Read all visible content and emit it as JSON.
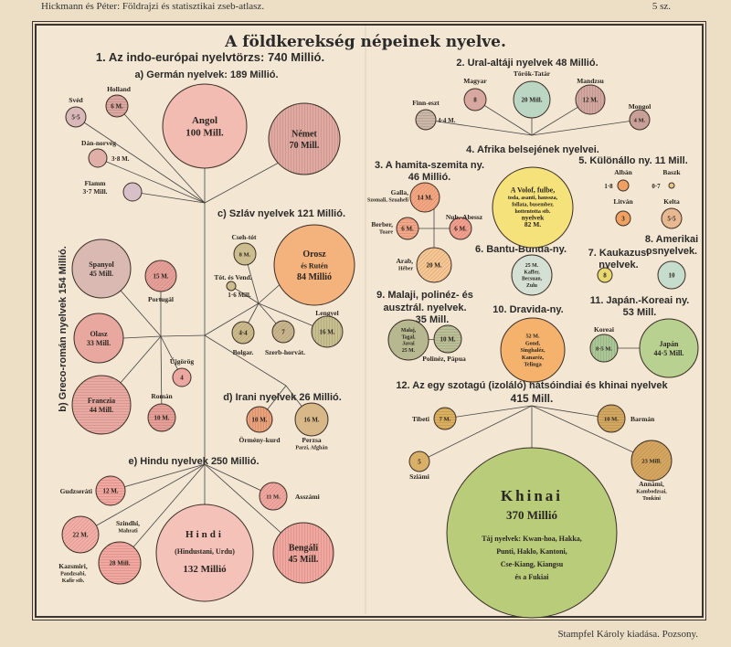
{
  "header": {
    "left": "Hickmann és Péter: Földrajzi és statisztikai zseb-atlasz.",
    "right": "5 sz."
  },
  "footer": "Stampfel Károly kiadása. Pozsony.",
  "headings": {
    "title": "A földkerekség népeinek nyelve.",
    "h1": "1. Az indo-európai nyelvtörzs: 740 Millió.",
    "h1a": "a) Germán nyelvek: 189 Millió.",
    "h1b": "b) Greco-román nyelvek 154 Millió.",
    "h1c": "c) Szláv nyelvek 121 Millió.",
    "h1d": "d) Irani nyelvek 26 Millió.",
    "h1e": "e) Hindu nyelvek 250 Millió.",
    "h2": "2. Ural-altáji nyelvek 48 Millió.",
    "h3a": "3. A hamita-szemita ny.",
    "h3b": "46 Millió.",
    "h4": "4. Afrika belsejének nyelvei.",
    "h5": "5. Különállo ny. 11 Mill.",
    "h6": "6. Bantu-Bunda-ny.",
    "h7a": "7. Kaukazusi",
    "h7b": "nyelvek.",
    "h8a": "8. Amerikai",
    "h8b": "osnyelvek.",
    "h9a": "9. Malaji, polinéz- és",
    "h9b": "ausztrál. nyelvek.",
    "h9c": "35 Mill.",
    "h10": "10. Dravida-ny.",
    "h11a": "11. Japán.-Koreai ny.",
    "h11b": "53 Mill.",
    "h12a": "12. Az egy szotagú (izoláló) hátsóindiai és khinai nyelvek",
    "h12b": "415 Mill."
  },
  "colors": {
    "pink": "#f2bcb2",
    "rose": "#e6aaa0",
    "orange": "#f4b27c",
    "olive": "#cbbd8e",
    "tan": "#d9b98a",
    "yellow": "#f6e27a",
    "green": "#b8cc7a",
    "teal": "#c6dccc",
    "paleblue": "#d5e0d4"
  },
  "circles": [
    {
      "id": "sved",
      "inside": [
        "5·5"
      ],
      "label": [
        "Svéd"
      ],
      "fill": "#d8b8b8"
    },
    {
      "id": "holland",
      "inside": [
        "6 M."
      ],
      "label": [
        "Holland"
      ],
      "fill": "#d9a8a0"
    },
    {
      "id": "dan",
      "inside": [],
      "label": [
        "Dán-norvég",
        "3·8 M."
      ],
      "fill": "#e0b0a8"
    },
    {
      "id": "flamm",
      "inside": [],
      "label": [
        "Flamm",
        "3·7 Mill."
      ],
      "fill": "#d8c0c8"
    },
    {
      "id": "angol",
      "inside": [
        "Angol",
        "100 Mill."
      ],
      "label": [],
      "fill": "#f2bcb2"
    },
    {
      "id": "nemet",
      "inside": [
        "Német",
        "70 Mill."
      ],
      "label": [],
      "fill": "#deaaa2"
    },
    {
      "id": "spanyol",
      "inside": [
        "Spanyol",
        "45 Mill."
      ],
      "label": [],
      "fill": "#d9b9b2"
    },
    {
      "id": "portugal",
      "inside": [
        "15 M."
      ],
      "label": [
        "Portugál"
      ],
      "fill": "#e6a29a"
    },
    {
      "id": "olasz",
      "inside": [
        "Olasz",
        "33 Mill."
      ],
      "label": [],
      "fill": "#e8a8a0"
    },
    {
      "id": "ujgorog",
      "inside": [
        "4"
      ],
      "label": [
        "Újgörög"
      ],
      "fill": "#eca8a0"
    },
    {
      "id": "francia",
      "inside": [
        "Franczia",
        "44 Mill."
      ],
      "label": [],
      "fill": "#e8aaa2"
    },
    {
      "id": "roman",
      "inside": [
        "10 M."
      ],
      "label": [
        "Román"
      ],
      "fill": "#e4a098"
    },
    {
      "id": "orosz",
      "inside": [
        "Orosz",
        "és Rutén",
        "84 Millió"
      ],
      "label": [],
      "fill": "#f4b27c"
    },
    {
      "id": "csehtot",
      "inside": [
        "8 M."
      ],
      "label": [
        "Cseh-tót"
      ],
      "fill": "#cbbd8e"
    },
    {
      "id": "totvend",
      "inside": [],
      "label": [
        "Tót. és Vend.",
        "1·6 Mill."
      ],
      "fill": "#cbbd8e"
    },
    {
      "id": "bolgar",
      "inside": [
        "4·4"
      ],
      "label": [
        "Bolgar."
      ],
      "fill": "#cbbd8e"
    },
    {
      "id": "szerb",
      "inside": [
        "7"
      ],
      "label": [
        "Szerb-horvát."
      ],
      "fill": "#c8b890"
    },
    {
      "id": "lengyel",
      "inside": [
        "16 M."
      ],
      "label": [
        "Lengyel"
      ],
      "fill": "#c6c090"
    },
    {
      "id": "ormeny",
      "inside": [
        "10 M."
      ],
      "label": [
        "Örmény-kurd"
      ],
      "fill": "#e8a27c"
    },
    {
      "id": "perzsa",
      "inside": [
        "16 M."
      ],
      "label": [
        "Perzsa",
        "Parzi, Afghán"
      ],
      "fill": "#d8b888"
    },
    {
      "id": "gudzs",
      "inside": [
        "12 M."
      ],
      "label": [
        "Gudzseráti"
      ],
      "fill": "#f0a8a0"
    },
    {
      "id": "asszami",
      "inside": [
        "11 M."
      ],
      "label": [
        "Asszámi"
      ],
      "fill": "#f0a8a0"
    },
    {
      "id": "szindhi",
      "inside": [
        "22 M."
      ],
      "label": [
        "Szindhi,",
        "Mahrati"
      ],
      "fill": "#f2b0a8"
    },
    {
      "id": "kazsmiri",
      "inside": [
        "28 Mill."
      ],
      "label": [
        "Kazsmiri,",
        "Pandzsabi,",
        "Kafir stb."
      ],
      "fill": "#f0a8a0"
    },
    {
      "id": "hindi",
      "inside": [
        "Hindi",
        "(Hindustani, Urdu)",
        "132 Millió"
      ],
      "label": [],
      "fill": "#f5c2ba"
    },
    {
      "id": "bengali",
      "inside": [
        "Bengáli",
        "45 Mill."
      ],
      "label": [],
      "fill": "#f0a8a0"
    },
    {
      "id": "finn",
      "inside": [],
      "label": [
        "Finn-eszt",
        "4·4 M."
      ],
      "fill": "#c8b8a8"
    },
    {
      "id": "magyar",
      "inside": [
        "8"
      ],
      "label": [
        "Magyar"
      ],
      "fill": "#d8a8a0"
    },
    {
      "id": "torok",
      "inside": [
        "20 Mill."
      ],
      "label": [
        "Török-Tatár"
      ],
      "fill": "#bcd6c4"
    },
    {
      "id": "mandzsu",
      "inside": [
        "12 M."
      ],
      "label": [
        "Mandzsu"
      ],
      "fill": "#d0a8a0"
    },
    {
      "id": "mongol",
      "inside": [
        "4 M."
      ],
      "label": [
        "Mongol"
      ],
      "fill": "#c8a098"
    },
    {
      "id": "galla",
      "inside": [
        "14 M."
      ],
      "label": [
        "Galla,",
        "Szomali, Szuaheli"
      ],
      "fill": "#f4a882"
    },
    {
      "id": "berber",
      "inside": [
        "6 M."
      ],
      "label": [
        "Berber,",
        "Tuare"
      ],
      "fill": "#f2a888"
    },
    {
      "id": "nubabessz",
      "inside": [
        "6 M."
      ],
      "label": [
        "Nub.-Abessz"
      ],
      "fill": "#f2a090"
    },
    {
      "id": "arab",
      "inside": [
        "20 M."
      ],
      "label": [
        "Arab,",
        "Héber"
      ],
      "fill": "#f6c894"
    },
    {
      "id": "afrika",
      "inside": [
        "A Volof, fulbe,",
        "toda, asanti, haussza,",
        "follata, busember,",
        "hottentotta stb.",
        "nyelvek",
        "82 M."
      ],
      "label": [],
      "fill": "#f6e27a"
    },
    {
      "id": "alban",
      "inside": [],
      "label": [
        "Albán",
        "1·8"
      ],
      "fill": "#f0a060"
    },
    {
      "id": "baszk",
      "inside": [],
      "label": [
        "Baszk",
        "0·7"
      ],
      "fill": "#e8c880"
    },
    {
      "id": "litvan",
      "inside": [
        "3"
      ],
      "label": [
        "Litván"
      ],
      "fill": "#f0a060"
    },
    {
      "id": "kelta",
      "inside": [
        "5·5"
      ],
      "label": [
        "Kelta"
      ],
      "fill": "#e8b890"
    },
    {
      "id": "bantu",
      "inside": [
        "25 M.",
        "Kaffer,",
        "Becsuan,",
        "Zulu"
      ],
      "label": [],
      "fill": "#d5e0d4"
    },
    {
      "id": "kaukazus",
      "inside": [
        "8"
      ],
      "label": [],
      "fill": "#e8d870"
    },
    {
      "id": "amerikai",
      "inside": [
        "10"
      ],
      "label": [],
      "fill": "#c6dccc"
    },
    {
      "id": "malaj",
      "inside": [
        "Malaj,",
        "Tagal,",
        "Javai",
        "25 M."
      ],
      "label": [],
      "fill": "#b8b890"
    },
    {
      "id": "polinez",
      "inside": [
        "10 M."
      ],
      "label": [
        "Polinéz, Pápua"
      ],
      "fill": "#b8c098"
    },
    {
      "id": "dravida",
      "inside": [
        "52 M.",
        "Gond,",
        "Singhaléz,",
        "Kanaréz,",
        "Telinga"
      ],
      "label": [],
      "fill": "#f4b26c"
    },
    {
      "id": "koreai",
      "inside": [
        "8·5 M."
      ],
      "label": [
        "Koreai"
      ],
      "fill": "#a8c898"
    },
    {
      "id": "japan",
      "inside": [
        "Japán",
        "44·5 Mill."
      ],
      "label": [],
      "fill": "#b8d090"
    },
    {
      "id": "tibeti",
      "inside": [
        "7 M."
      ],
      "label": [
        "Tibeti"
      ],
      "fill": "#d8b060"
    },
    {
      "id": "barman",
      "inside": [
        "10 M."
      ],
      "label": [
        "Barmán"
      ],
      "fill": "#d0a860"
    },
    {
      "id": "sziami",
      "inside": [
        "5"
      ],
      "label": [
        "Sziámi"
      ],
      "fill": "#d8b068"
    },
    {
      "id": "annami",
      "inside": [
        "23 Mill."
      ],
      "label": [
        "Annámi,",
        "Kambodzsai,",
        "Tonkini"
      ],
      "fill": "#d4a860"
    },
    {
      "id": "khinai",
      "inside": [
        "Khinai",
        "370 Millió",
        "Táj nyelvek: Kwan-hoa, Hakka,",
        "Punti, Haklo, Kantoni,",
        "Cse-Kiang, Kiangsu",
        "és a Fukiai"
      ],
      "label": [],
      "fill": "#b8cc7a"
    }
  ]
}
